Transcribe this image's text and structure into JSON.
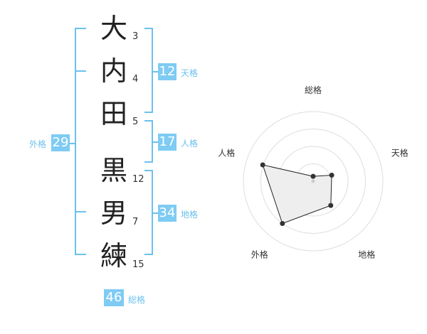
{
  "name": {
    "chars": [
      {
        "char": "大",
        "strokes": "3"
      },
      {
        "char": "内",
        "strokes": "4"
      },
      {
        "char": "田",
        "strokes": "5"
      },
      {
        "char": "黒",
        "strokes": "12"
      },
      {
        "char": "男",
        "strokes": "7"
      },
      {
        "char": "練",
        "strokes": "15"
      }
    ]
  },
  "kakusu": {
    "tenkaku": {
      "value": "12",
      "label": "天格"
    },
    "jinkaku": {
      "value": "17",
      "label": "人格"
    },
    "chikaku": {
      "value": "34",
      "label": "地格"
    },
    "gaikaku": {
      "value": "29",
      "label": "外格"
    },
    "soukaku": {
      "value": "46",
      "label": "総格"
    }
  },
  "colors": {
    "accent": "#7ecbf3",
    "bracket": "#6cc0ee",
    "text": "#222222",
    "radar_fill": "#eeeeee"
  },
  "chart_data": {
    "type": "radar",
    "axes": [
      "総格",
      "天格",
      "地格",
      "外格",
      "人格"
    ],
    "values": [
      0.07,
      0.28,
      0.43,
      0.75,
      0.76
    ],
    "rings": 4,
    "grid": true
  }
}
